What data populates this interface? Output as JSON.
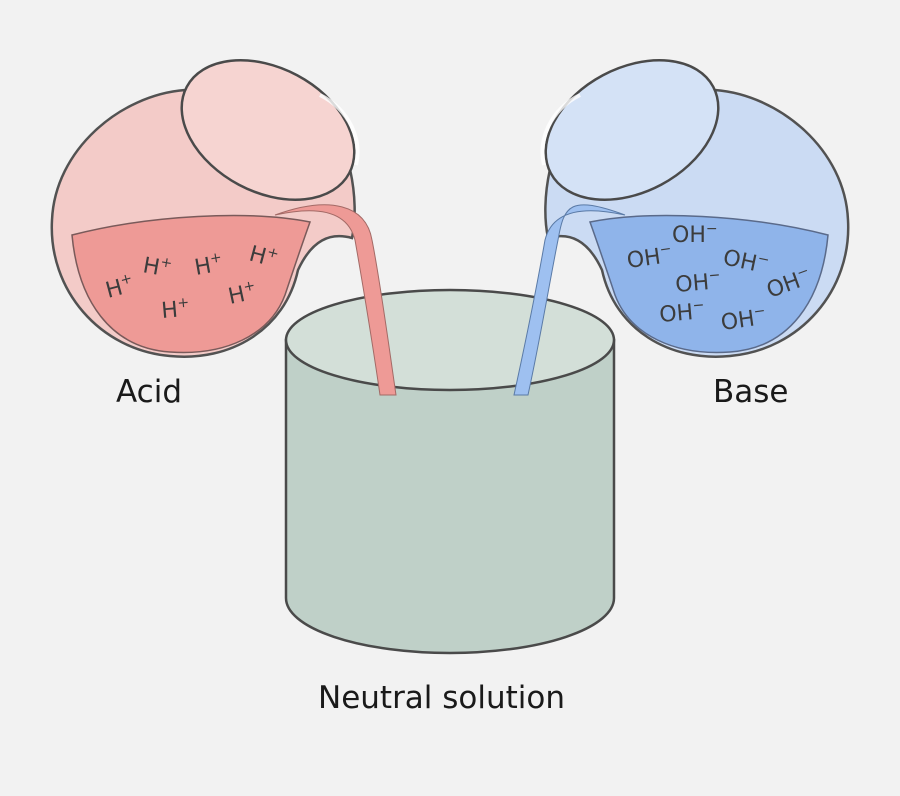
{
  "labels": {
    "acid": "Acid",
    "base": "Base",
    "neutral": "Neutral solution"
  },
  "acid_ions": [
    "H",
    "H",
    "H",
    "H",
    "H",
    "H"
  ],
  "acid_ion_charge": "+",
  "base_ions": [
    "OH",
    "OH",
    "OH",
    "OH",
    "OH",
    "OH",
    "OH"
  ],
  "base_ion_charge": "−",
  "colors": {
    "acid_liquid": "#ee9a96",
    "acid_glass": "#f4c9c6",
    "base_liquid": "#8fb4ea",
    "base_glass": "#c9daf4",
    "neutral_solution": "#bfd0c8",
    "outline": "#4a4a4a"
  }
}
